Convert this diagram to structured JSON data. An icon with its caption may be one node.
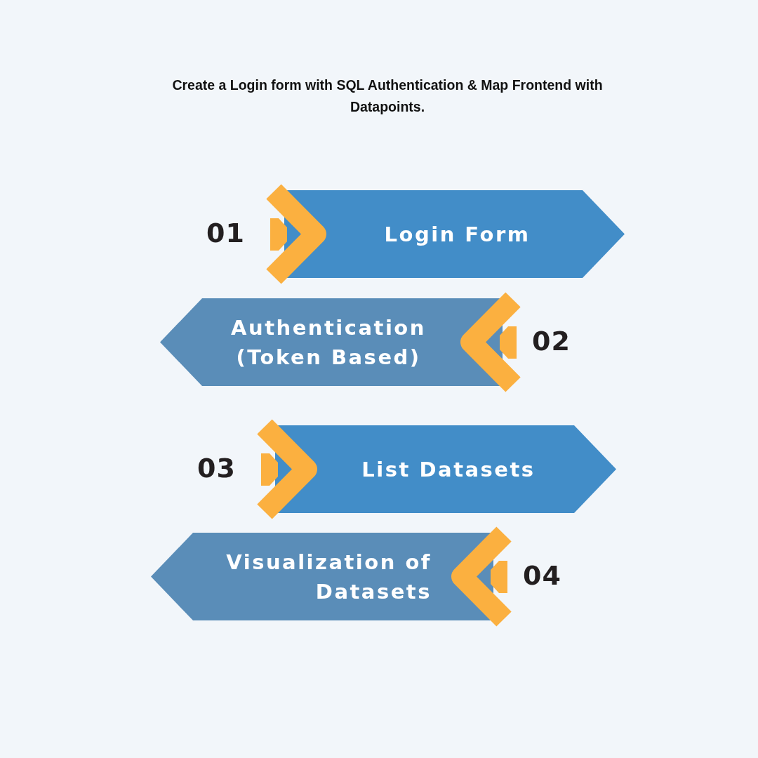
{
  "diagram": {
    "title": "Create a Login form with SQL Authentication & Map Frontend with Datapoints.",
    "nodes": [
      {
        "text": [
          "Login Form"
        ],
        "beside": [
          "01"
        ]
      },
      {
        "text": [
          "Authentication (Token Based)"
        ],
        "beside": [
          "02"
        ]
      },
      {
        "text": [
          "List Datasets"
        ],
        "beside": [
          "03"
        ]
      },
      {
        "text": [
          "Visualization of Datasets"
        ],
        "beside": [
          "04"
        ]
      }
    ]
  }
}
